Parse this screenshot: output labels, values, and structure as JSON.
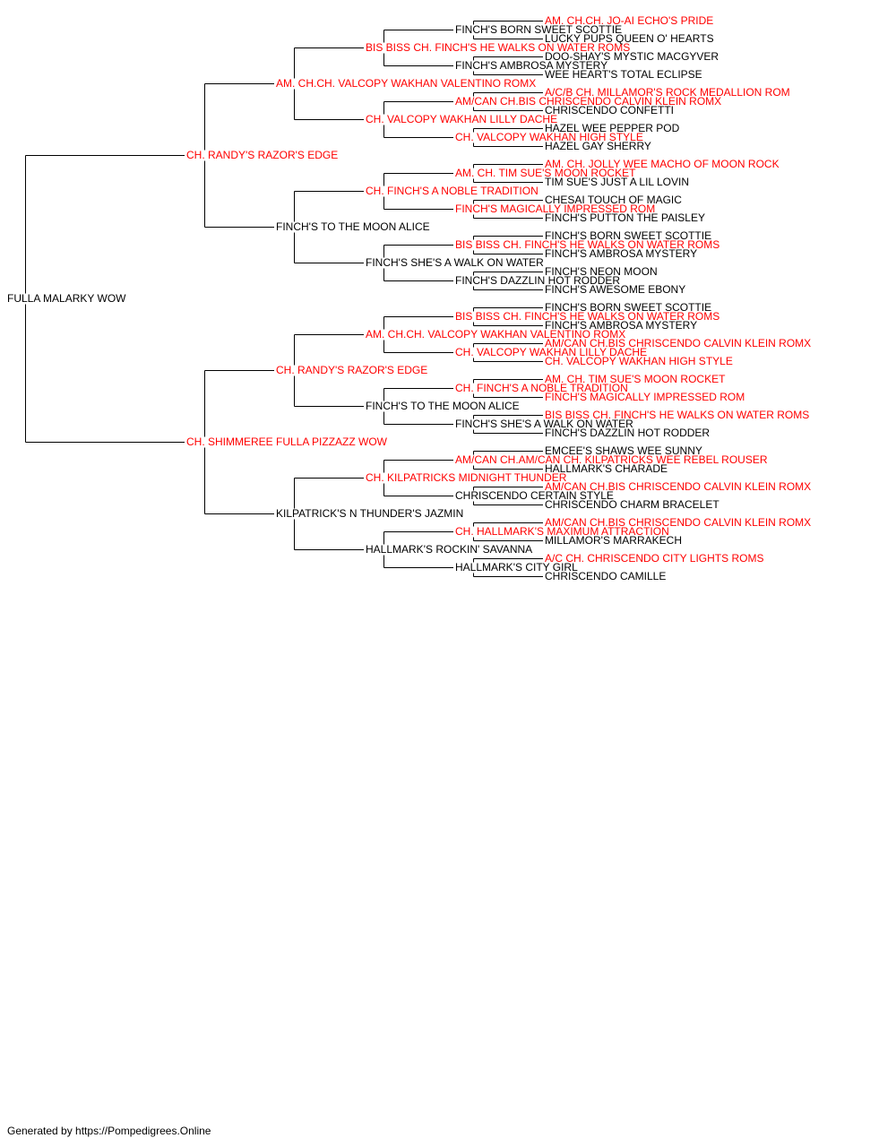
{
  "colors": {
    "champion": "#ff0000",
    "normal": "#000000",
    "line": "#000000"
  },
  "pedigree": {
    "name": "FULLA MALARKY WOW",
    "champ": false,
    "sire": {
      "name": "CH. RANDY'S RAZOR'S EDGE",
      "champ": true,
      "sire": {
        "name": "AM. CH.CH. VALCOPY WAKHAN VALENTINO ROMX",
        "champ": true,
        "sire": {
          "name": "BIS BISS CH. FINCH'S HE WALKS ON WATER ROMS",
          "champ": true,
          "sire": {
            "name": "FINCH'S BORN SWEET SCOTTIE",
            "champ": false,
            "sire": {
              "name": "AM. CH.CH. JO-AI ECHO'S PRIDE",
              "champ": true
            },
            "dam": {
              "name": "LUCKY PUPS QUEEN O' HEARTS",
              "champ": false
            }
          },
          "dam": {
            "name": "FINCH'S AMBROSA MYSTERY",
            "champ": false,
            "sire": {
              "name": "DOO-SHAY'S MYSTIC MACGYVER",
              "champ": false
            },
            "dam": {
              "name": "WEE HEART'S TOTAL ECLIPSE",
              "champ": false
            }
          }
        },
        "dam": {
          "name": "CH. VALCOPY WAKHAN LILLY DACHE",
          "champ": true,
          "sire": {
            "name": "AM/CAN CH.BIS CHRISCENDO CALVIN KLEIN ROMX",
            "champ": true,
            "sire": {
              "name": "A/C/B CH. MILLAMOR'S ROCK MEDALLION ROM",
              "champ": true
            },
            "dam": {
              "name": "CHRISCENDO CONFETTI",
              "champ": false
            }
          },
          "dam": {
            "name": "CH. VALCOPY WAKHAN HIGH STYLE",
            "champ": true,
            "sire": {
              "name": "HAZEL WEE PEPPER POD",
              "champ": false
            },
            "dam": {
              "name": "HAZEL GAY SHERRY",
              "champ": false
            }
          }
        }
      },
      "dam": {
        "name": "FINCH'S TO THE MOON ALICE",
        "champ": false,
        "sire": {
          "name": "CH. FINCH'S A NOBLE TRADITION",
          "champ": true,
          "sire": {
            "name": "AM. CH. TIM SUE'S MOON ROCKET",
            "champ": true,
            "sire": {
              "name": "AM. CH. JOLLY WEE MACHO OF MOON ROCK",
              "champ": true
            },
            "dam": {
              "name": "TIM SUE'S JUST A LIL LOVIN",
              "champ": false
            }
          },
          "dam": {
            "name": "FINCH'S MAGICALLY IMPRESSED ROM",
            "champ": true,
            "sire": {
              "name": "CHESAI TOUCH OF MAGIC",
              "champ": false
            },
            "dam": {
              "name": "FINCH'S PUTTON THE PAISLEY",
              "champ": false
            }
          }
        },
        "dam": {
          "name": "FINCH'S SHE'S A WALK ON WATER",
          "champ": false,
          "sire": {
            "name": "BIS BISS CH. FINCH'S HE WALKS ON WATER ROMS",
            "champ": true,
            "sire": {
              "name": "FINCH'S BORN SWEET SCOTTIE",
              "champ": false
            },
            "dam": {
              "name": "FINCH'S AMBROSA MYSTERY",
              "champ": false
            }
          },
          "dam": {
            "name": "FINCH'S DAZZLIN HOT RODDER",
            "champ": false,
            "sire": {
              "name": "FINCH'S NEON MOON",
              "champ": false
            },
            "dam": {
              "name": "FINCH'S AWESOME EBONY",
              "champ": false
            }
          }
        }
      }
    },
    "dam": {
      "name": "CH. SHIMMEREE FULLA PIZZAZZ WOW",
      "champ": true,
      "sire": {
        "name": "CH. RANDY'S RAZOR'S EDGE",
        "champ": true,
        "sire": {
          "name": "AM. CH.CH. VALCOPY WAKHAN VALENTINO ROMX",
          "champ": true,
          "sire": {
            "name": "BIS BISS CH. FINCH'S HE WALKS ON WATER ROMS",
            "champ": true,
            "sire": {
              "name": "FINCH'S BORN SWEET SCOTTIE",
              "champ": false
            },
            "dam": {
              "name": "FINCH'S AMBROSA MYSTERY",
              "champ": false
            }
          },
          "dam": {
            "name": "CH. VALCOPY WAKHAN LILLY DACHE",
            "champ": true,
            "sire": {
              "name": "AM/CAN CH.BIS CHRISCENDO CALVIN KLEIN ROMX",
              "champ": true
            },
            "dam": {
              "name": "CH. VALCOPY WAKHAN HIGH STYLE",
              "champ": true
            }
          }
        },
        "dam": {
          "name": "FINCH'S TO THE MOON ALICE",
          "champ": false,
          "sire": {
            "name": "CH. FINCH'S A NOBLE TRADITION",
            "champ": true,
            "sire": {
              "name": "AM. CH. TIM SUE'S MOON ROCKET",
              "champ": true
            },
            "dam": {
              "name": "FINCH'S MAGICALLY IMPRESSED ROM",
              "champ": true
            }
          },
          "dam": {
            "name": "FINCH'S SHE'S A WALK ON WATER",
            "champ": false,
            "sire": {
              "name": "BIS BISS CH. FINCH'S HE WALKS ON WATER ROMS",
              "champ": true
            },
            "dam": {
              "name": "FINCH'S DAZZLIN HOT RODDER",
              "champ": false
            }
          }
        }
      },
      "dam": {
        "name": "KILPATRICK'S N THUNDER'S JAZMIN",
        "champ": false,
        "sire": {
          "name": "CH. KILPATRICKS MIDNIGHT THUNDER",
          "champ": true,
          "sire": {
            "name": "AM/CAN CH.AM/CAN CH. KILPATRICKS WEE REBEL ROUSER",
            "champ": true,
            "sire": {
              "name": "EMCEE'S SHAWS WEE SUNNY",
              "champ": false
            },
            "dam": {
              "name": "HALLMARK'S CHARADE",
              "champ": false
            }
          },
          "dam": {
            "name": "CHRISCENDO CERTAIN STYLE",
            "champ": false,
            "sire": {
              "name": "AM/CAN CH.BIS CHRISCENDO CALVIN KLEIN ROMX",
              "champ": true
            },
            "dam": {
              "name": "CHRISCENDO CHARM BRACELET",
              "champ": false
            }
          }
        },
        "dam": {
          "name": "HALLMARK'S ROCKIN' SAVANNA",
          "champ": false,
          "sire": {
            "name": "CH. HALLMARK'S MAXIMUM ATTRACTION",
            "champ": true,
            "sire": {
              "name": "AM/CAN CH.BIS CHRISCENDO CALVIN KLEIN ROMX",
              "champ": true
            },
            "dam": {
              "name": "MILLAMOR'S MARRAKECH",
              "champ": false
            }
          },
          "dam": {
            "name": "HALLMARK'S CITY GIRL",
            "champ": false,
            "sire": {
              "name": "A/C CH. CHRISCENDO CITY LIGHTS ROMS",
              "champ": true
            },
            "dam": {
              "name": "CHRISCENDO CAMILLE",
              "champ": false
            }
          }
        }
      }
    }
  },
  "footer": {
    "text": "Generated by https://Pompedigrees.Online"
  }
}
